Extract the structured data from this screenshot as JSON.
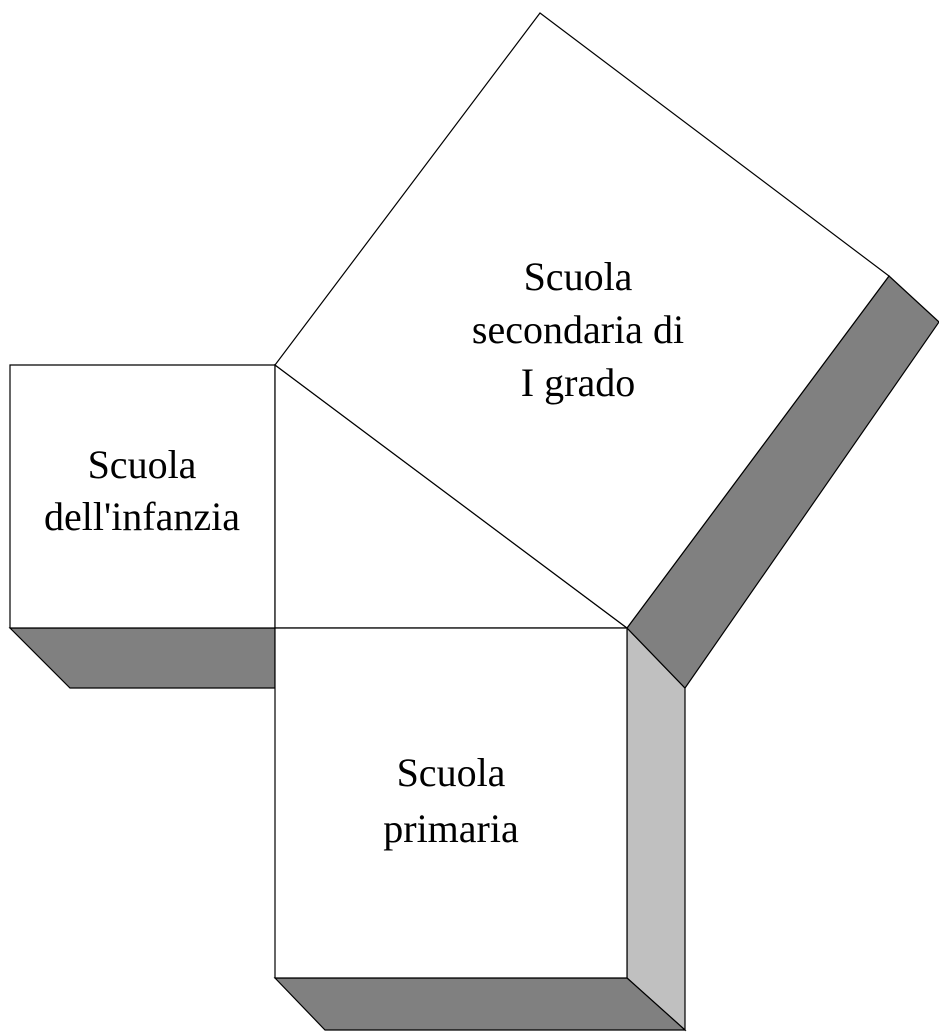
{
  "boxes": {
    "infanzia": {
      "lines": [
        "Scuola",
        "dell'infanzia"
      ]
    },
    "primaria": {
      "lines": [
        "Scuola",
        "primaria"
      ]
    },
    "secondaria": {
      "lines": [
        "Scuola",
        "secondaria di",
        "I grado"
      ]
    }
  },
  "colors": {
    "face": "#ffffff",
    "side_dark": "#808080",
    "side_light": "#c0c0c0",
    "outline": "#000000"
  }
}
